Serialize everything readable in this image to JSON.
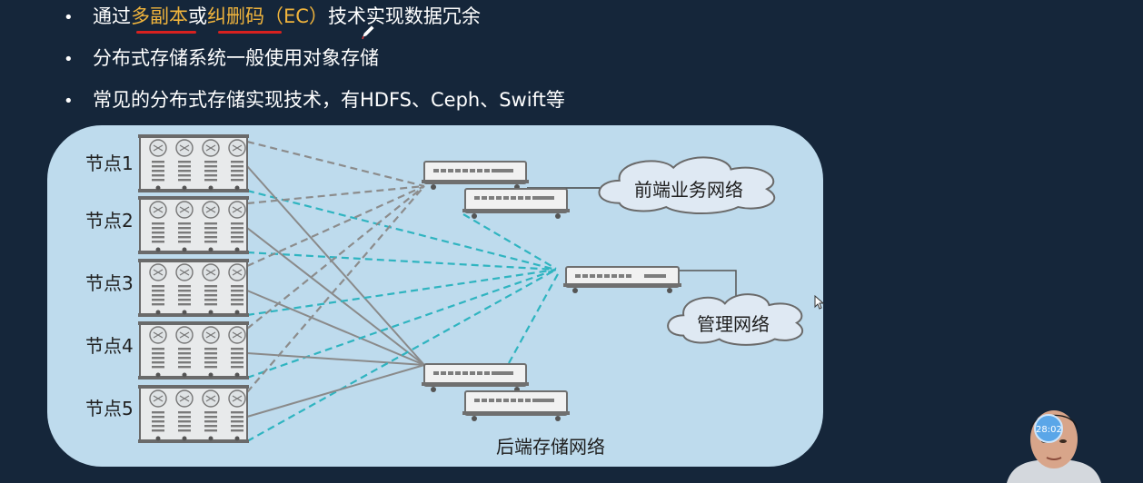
{
  "bullets": {
    "b1": {
      "prefix": "通过",
      "hl1": "多副本",
      "mid": "或",
      "hl2": "纠删码",
      "paren": "（EC）",
      "suffix": "技术实现数据冗余"
    },
    "b2": "分布式存储系统一般使用对象存储",
    "b3": "常见的分布式存储实现技术，有HDFS、Ceph、Swift等"
  },
  "diagram": {
    "nodes": [
      {
        "label": "节点1"
      },
      {
        "label": "节点2"
      },
      {
        "label": "节点3"
      },
      {
        "label": "节点4"
      },
      {
        "label": "节点5"
      }
    ],
    "front_network": "前端业务网络",
    "mgmt_network": "管理网络",
    "storage_network": "后端存储网络"
  },
  "video": {
    "timer": "28:02"
  },
  "colors": {
    "background": "#15263a",
    "highlight": "#f0b43c",
    "underline": "#d8211f",
    "panel": "#bedbed",
    "dash_gray": "#8c8c8c",
    "dash_teal": "#2fb4c0",
    "solid_gray": "#8a8a8a"
  },
  "icons": [
    "pen-icon",
    "cursor-icon",
    "server-icon",
    "switch-icon",
    "cloud-icon"
  ]
}
